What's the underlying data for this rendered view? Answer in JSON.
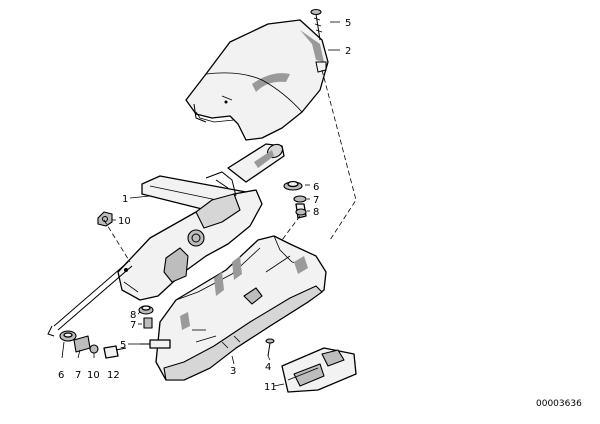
{
  "callouts": {
    "c1": "1",
    "c2": "2",
    "c3": "3",
    "c4": "4",
    "c5_top": "5",
    "c5_bottom": "5",
    "c6_right": "6",
    "c6_left": "6",
    "c7_right": "7",
    "c7_mid": "7",
    "c7_left": "7",
    "c8_right": "8",
    "c8_mid": "8",
    "c10": "10",
    "c10_bottom": "10",
    "c11": "11",
    "c12": "12"
  },
  "document_number": "00003636"
}
